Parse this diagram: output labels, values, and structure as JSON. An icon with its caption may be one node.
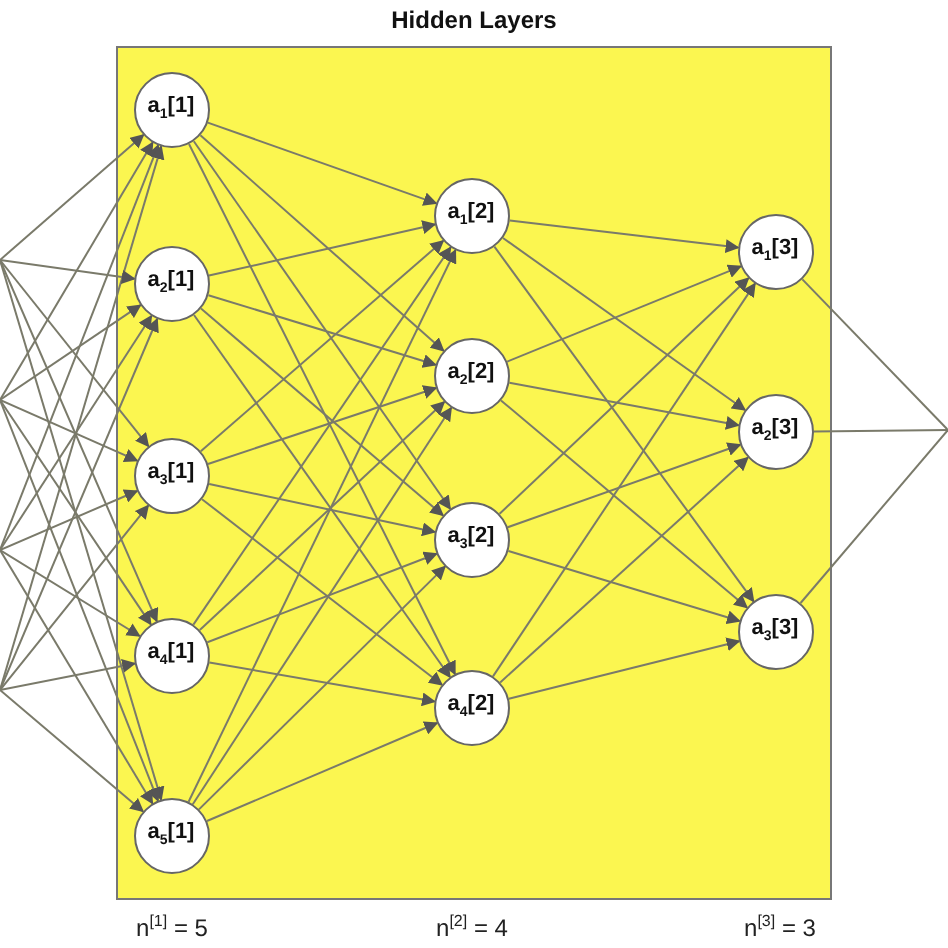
{
  "diagram": {
    "nodes": [
      {
        "text": [
          "Hidden Layers"
        ]
      },
      {
        "text": [
          "a$_{1}$[1]"
        ],
        "in": 0
      },
      {
        "text": [
          "a$_{2}$[1]"
        ],
        "in": 0
      },
      {
        "text": [
          "a$_{3}$[1]"
        ],
        "in": 0
      },
      {
        "text": [
          "a$_{4}$[1]"
        ],
        "in": 0
      },
      {
        "text": [
          "a$_{5}$[1]"
        ],
        "in": 0
      },
      {
        "text": [
          "a$_{1}$[2]"
        ],
        "in": 0
      },
      {
        "text": [
          "a$_{2}$[2]"
        ],
        "in": 0
      },
      {
        "text": [
          "a$_{3}$[2]"
        ],
        "in": 0
      },
      {
        "text": [
          "a$_{4}$[2]"
        ],
        "in": 0
      },
      {
        "text": [
          "a$_{1}$[3]"
        ],
        "in": 0
      },
      {
        "text": [
          "a$_{2}$[3]"
        ],
        "in": 0
      },
      {
        "text": [
          "a$_{3}$[3]"
        ],
        "in": 0
      }
    ],
    "edges": [
      {
        "from": null,
        "to": 1,
        "arrow": "to"
      },
      {
        "from": null,
        "to": 1,
        "arrow": "to"
      },
      {
        "from": null,
        "to": 1,
        "arrow": "to"
      },
      {
        "from": null,
        "to": 1,
        "arrow": "to"
      },
      {
        "from": null,
        "to": 2,
        "arrow": "to"
      },
      {
        "from": null,
        "to": 2,
        "arrow": "to"
      },
      {
        "from": null,
        "to": 2,
        "arrow": "to"
      },
      {
        "from": null,
        "to": 2,
        "arrow": "to"
      },
      {
        "from": null,
        "to": 3,
        "arrow": "to"
      },
      {
        "from": null,
        "to": 3,
        "arrow": "to"
      },
      {
        "from": null,
        "to": 3,
        "arrow": "to"
      },
      {
        "from": null,
        "to": 3,
        "arrow": "to"
      },
      {
        "from": null,
        "to": 4,
        "arrow": "to"
      },
      {
        "from": null,
        "to": 4,
        "arrow": "to"
      },
      {
        "from": null,
        "to": 4,
        "arrow": "to"
      },
      {
        "from": null,
        "to": 4,
        "arrow": "to"
      },
      {
        "from": null,
        "to": 5,
        "arrow": "to"
      },
      {
        "from": null,
        "to": 5,
        "arrow": "to"
      },
      {
        "from": null,
        "to": 5,
        "arrow": "to"
      },
      {
        "from": null,
        "to": 5,
        "arrow": "to"
      },
      {
        "from": 1,
        "to": 6,
        "arrow": "to"
      },
      {
        "from": 1,
        "to": 7,
        "arrow": "to"
      },
      {
        "from": 1,
        "to": 8,
        "arrow": "to"
      },
      {
        "from": 1,
        "to": 9,
        "arrow": "to"
      },
      {
        "from": 2,
        "to": 6,
        "arrow": "to"
      },
      {
        "from": 2,
        "to": 7,
        "arrow": "to"
      },
      {
        "from": 2,
        "to": 8,
        "arrow": "to"
      },
      {
        "from": 2,
        "to": 9,
        "arrow": "to"
      },
      {
        "from": 3,
        "to": 6,
        "arrow": "to"
      },
      {
        "from": 3,
        "to": 7,
        "arrow": "to"
      },
      {
        "from": 3,
        "to": 8,
        "arrow": "to"
      },
      {
        "from": 3,
        "to": 9,
        "arrow": "to"
      },
      {
        "from": 4,
        "to": 6,
        "arrow": "to"
      },
      {
        "from": 4,
        "to": 7,
        "arrow": "to"
      },
      {
        "from": 4,
        "to": 8,
        "arrow": "to"
      },
      {
        "from": 4,
        "to": 9,
        "arrow": "to"
      },
      {
        "from": 5,
        "to": 6,
        "arrow": "to"
      },
      {
        "from": 5,
        "to": 7,
        "arrow": "to"
      },
      {
        "from": 5,
        "to": 8,
        "arrow": "to"
      },
      {
        "from": 5,
        "to": 9,
        "arrow": "to"
      },
      {
        "from": 6,
        "to": 10,
        "arrow": "to"
      },
      {
        "from": 6,
        "to": 11,
        "arrow": "to"
      },
      {
        "from": 6,
        "to": 12,
        "arrow": "to"
      },
      {
        "from": 7,
        "to": 10,
        "arrow": "to"
      },
      {
        "from": 7,
        "to": 11,
        "arrow": "to"
      },
      {
        "from": 7,
        "to": 12,
        "arrow": "to"
      },
      {
        "from": 8,
        "to": 10,
        "arrow": "to"
      },
      {
        "from": 8,
        "to": 11,
        "arrow": "to"
      },
      {
        "from": 8,
        "to": 12,
        "arrow": "to"
      },
      {
        "from": 9,
        "to": 10,
        "arrow": "to"
      },
      {
        "from": 9,
        "to": 11,
        "arrow": "to"
      },
      {
        "from": 9,
        "to": 12,
        "arrow": "to"
      },
      {
        "from": 10,
        "to": null,
        "arrow": "none"
      },
      {
        "from": 11,
        "to": null,
        "arrow": "none"
      },
      {
        "from": 12,
        "to": null,
        "arrow": "none"
      }
    ],
    "labels": [
      "n$^{[1]}$ = 5",
      "n$^{[2]}$ = 4",
      "n$^{[3]}$ = 3"
    ]
  }
}
